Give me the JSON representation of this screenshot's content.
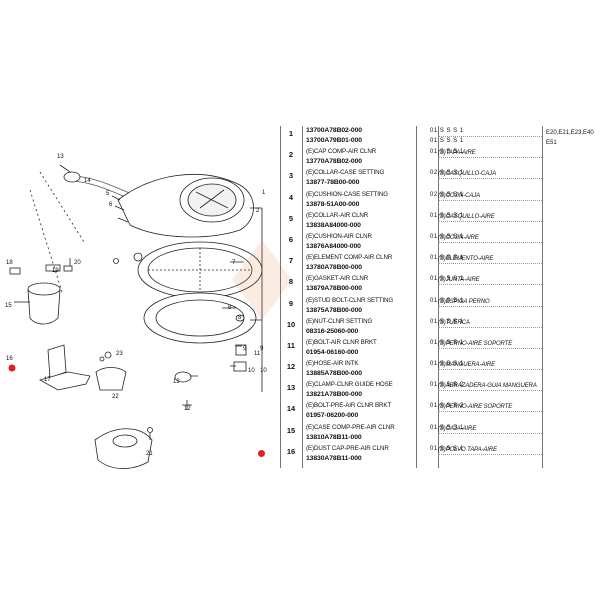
{
  "diagram": {
    "callouts": [
      "13",
      "14",
      "5",
      "6",
      "7",
      "8",
      "9",
      "10",
      "11",
      "12",
      "15",
      "16",
      "17",
      "18",
      "19",
      "20",
      "21",
      "22",
      "23",
      "2",
      "1",
      "8",
      "9",
      "10",
      "12"
    ],
    "colors": {
      "line": "#222222",
      "marker": "#e01e1e"
    }
  },
  "catalog": {
    "models": [
      "E20,E21,E23,E40",
      "E51"
    ],
    "rows": [
      {
        "num": "1",
        "desc": "",
        "part": "13700A78B02-000",
        "part2": "13700A79B01-000",
        "qty": "01 S  S  S    1",
        "qty2": "01 S  S  S    1",
        "es": "",
        "marker": false
      },
      {
        "num": "2",
        "desc": "(E)CAP COMP-AIR CLNR",
        "part": "13770A78B02-000",
        "qty": "01 S  S  S    1",
        "es": "(S)TAPA-AIRE",
        "marker": false
      },
      {
        "num": "3",
        "desc": "(E)COLLAR-CASE SETTING",
        "part": "13877-78B00-000",
        "qty": "02 S  S  S    1",
        "es": "(S)CASQUILLO-CAJA",
        "marker": false
      },
      {
        "num": "4",
        "desc": "(E)CUSHION-CASE SETTING",
        "part": "13878-51A00-000",
        "qty": "02 S  S  S    1",
        "es": "(S)COJIN-CAJA",
        "marker": false
      },
      {
        "num": "5",
        "desc": "(E)COLLAR-AIR CLNR",
        "part": "13838A84000-000",
        "qty": "01 S  S  S    1",
        "es": "(S)CASQUILLO-AIRE",
        "marker": false
      },
      {
        "num": "6",
        "desc": "(E)CUSHION-AIR CLNR",
        "part": "13876A84000-000",
        "qty": "01 S  S  S    1",
        "es": "(S)COJIN-AIRE",
        "marker": false
      },
      {
        "num": "7",
        "desc": "(E)ELEMENT COMP-AIR CLNR",
        "part": "13780A78B00-000",
        "qty": "01 S  S  S    1",
        "es": "(S)ELEMENTO-AIRE",
        "marker": false
      },
      {
        "num": "8",
        "desc": "(E)GASKET-AIR CLNR",
        "part": "13879A78B00-000",
        "qty": "01 S  S  S    1",
        "es": "(S)JUNTA-AIRE",
        "marker": false
      },
      {
        "num": "9",
        "desc": "(E)STUD BOLT-CLNR SETTING",
        "part": "13875A78B00-000",
        "qty": "01 S  S  S    1",
        "es": "(S)ESPIGA PERNO",
        "marker": false
      },
      {
        "num": "10",
        "desc": "(E)NUT-CLNR SETTING",
        "part": "08316-25060-000",
        "qty": "01 S  S  S    1",
        "es": "(S)TUERCA",
        "marker": false
      },
      {
        "num": "11",
        "desc": "(E)BOLT-AIR CLNR BRKT",
        "part": "01954-06160-000",
        "qty": "01 S  S  S    1",
        "es": "(S)PERNO-AIRE SOPORTE",
        "marker": false
      },
      {
        "num": "12",
        "desc": "(E)HOSE-AIR INTK",
        "part": "13885A78B00-000",
        "qty": "01 S  S  S    1",
        "es": "(S)MANGUERA-AIRE",
        "marker": false
      },
      {
        "num": "13",
        "desc": "(E)CLAMP-CLNR GUIDE HOSE",
        "part": "13821A78B00-000",
        "qty": "01 S  S  S    2",
        "es": "(S)ABRAZADERA-GUIA MANGUERA",
        "marker": false
      },
      {
        "num": "14",
        "desc": "(E)BOLT-PRE-AIR CLNR BRKT",
        "part": "01957-06200-000",
        "qty": "01 S  S  S    2",
        "es": "(S)PERNO-AIRE SOPORTE",
        "marker": false
      },
      {
        "num": "15",
        "desc": "(E)CASE COMP-PRE-AIR CLNR",
        "part": "13810A78B11-000",
        "qty": "01 S  S  S    1",
        "es": "(S)CAJA-AIRE",
        "marker": false
      },
      {
        "num": "16",
        "desc": "(E)DUST CAP-PRE-AIR CLNR",
        "part": "13830A78B11-000",
        "qty": "01 S  S  S    1",
        "es": "(S)POLVO TAPA-AIRE",
        "marker": true
      }
    ]
  }
}
